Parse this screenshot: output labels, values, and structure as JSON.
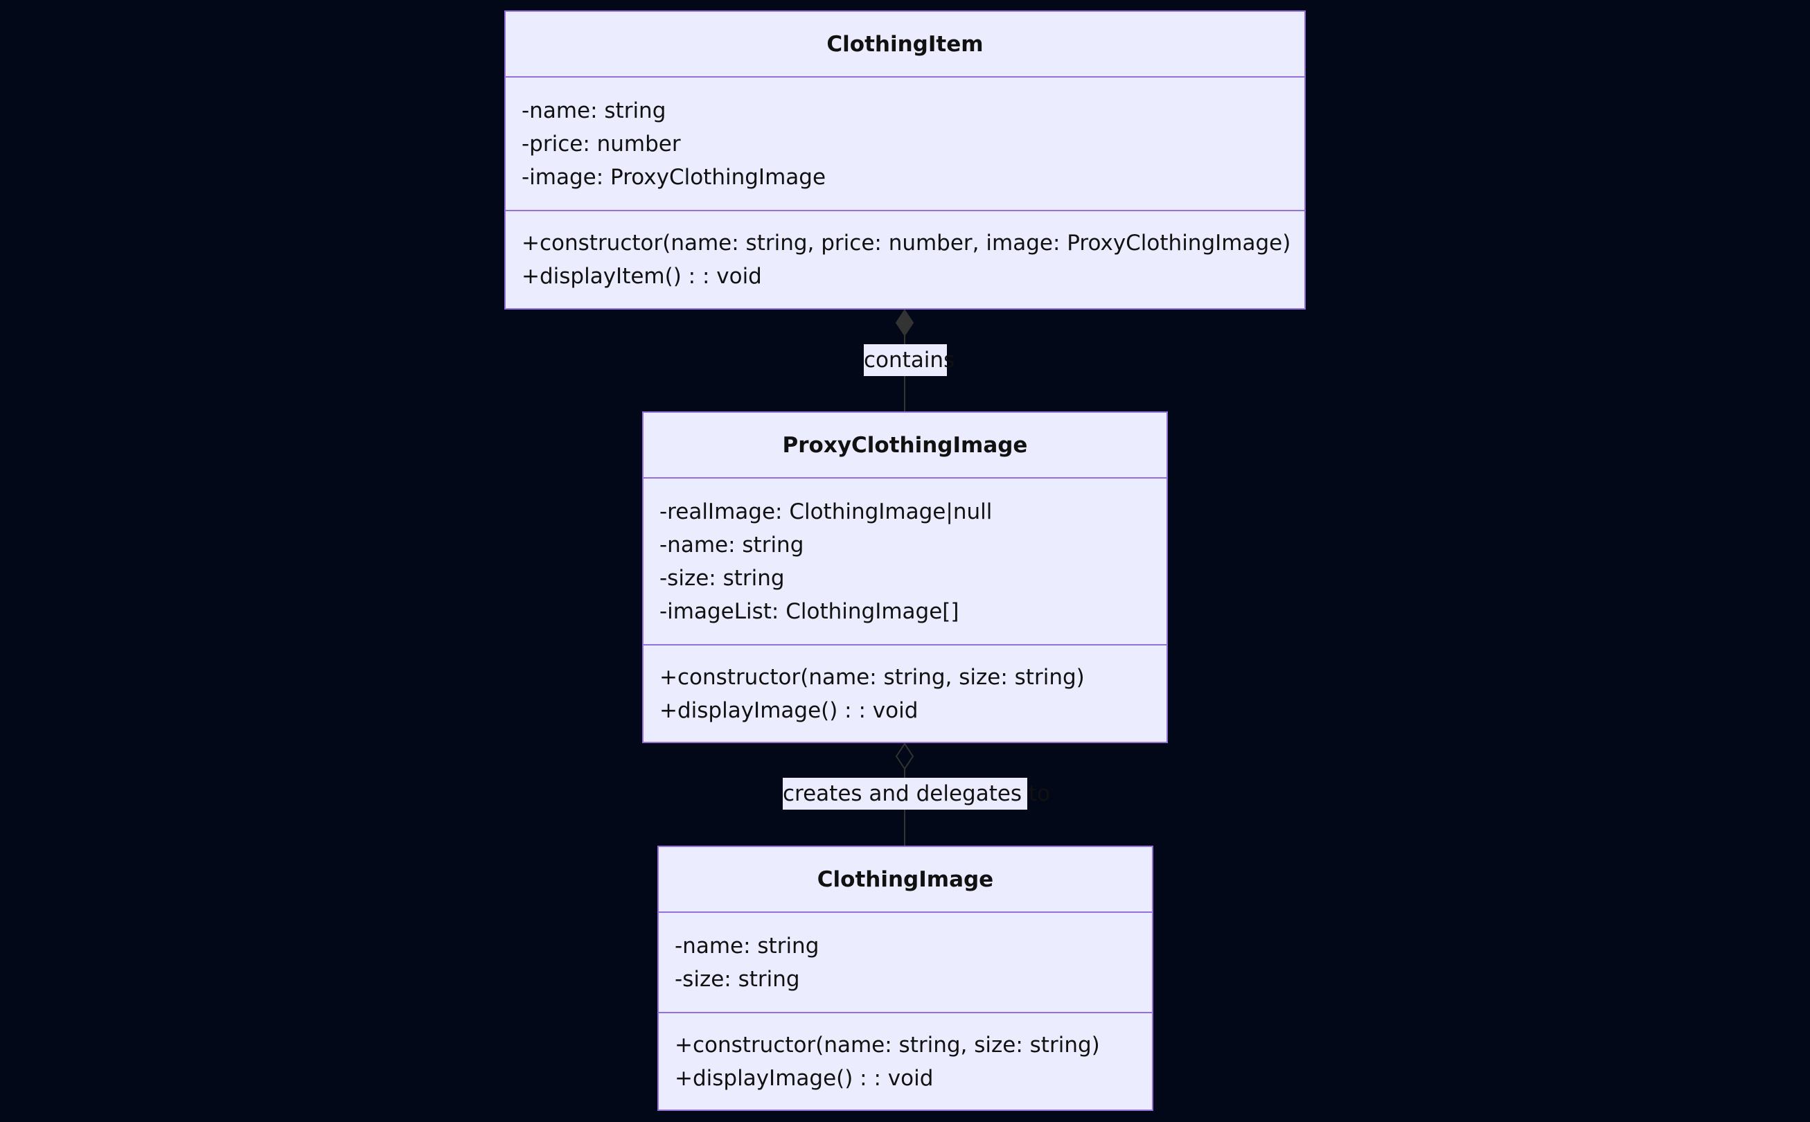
{
  "classes": {
    "clothing_item": {
      "name": "ClothingItem",
      "attributes": [
        "-name: string",
        "-price: number",
        "-image: ProxyClothingImage"
      ],
      "methods": [
        "+constructor(name: string, price: number, image: ProxyClothingImage)",
        "+displayItem() : : void"
      ]
    },
    "proxy_clothing_image": {
      "name": "ProxyClothingImage",
      "attributes": [
        "-realImage: ClothingImage|null",
        "-name: string",
        "-size: string",
        "-imageList: ClothingImage[]"
      ],
      "methods": [
        "+constructor(name: string, size: string)",
        "+displayImage() : : void"
      ]
    },
    "clothing_image": {
      "name": "ClothingImage",
      "attributes": [
        "-name: string",
        "-size: string"
      ],
      "methods": [
        "+constructor(name: string, size: string)",
        "+displayImage() : : void"
      ]
    }
  },
  "relations": {
    "composition": {
      "from": "ClothingItem",
      "to": "ProxyClothingImage",
      "kind": "composition",
      "label": "contains"
    },
    "aggregation": {
      "from": "ProxyClothingImage",
      "to": "ClothingImage",
      "kind": "aggregation",
      "label": "creates and delegates to"
    }
  },
  "colors": {
    "background": "#020817",
    "box_fill": "#ECECFF",
    "box_border": "#9370DB",
    "line": "#333333",
    "text": "#111111"
  }
}
